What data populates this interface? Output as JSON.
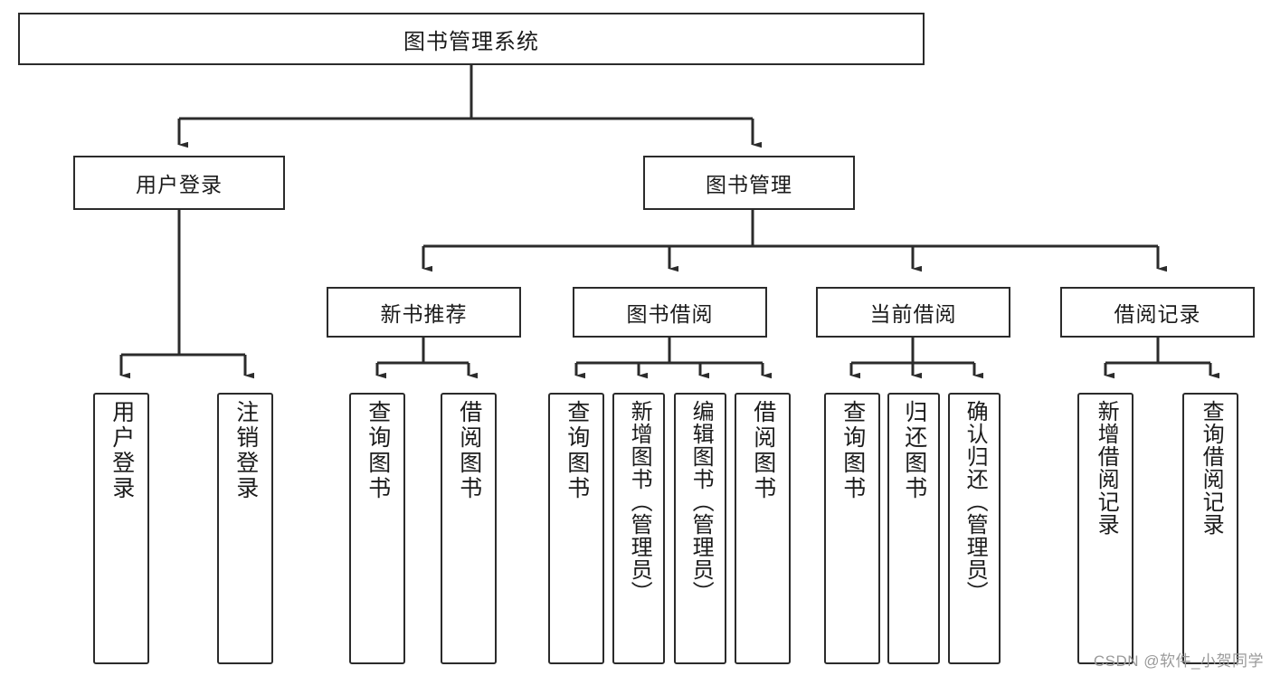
{
  "diagram": {
    "type": "tree-hierarchy",
    "title": "图书管理系统",
    "watermark": "CSDN @软件_小贺同学",
    "colors": {
      "box_border": "#2b2b2b",
      "box_fill": "#ffffff",
      "edge": "#2b2b2b",
      "text": "#1b1b1b",
      "watermark": "#9a9a9a",
      "background": "#ffffff"
    },
    "root": {
      "label": "图书管理系统"
    },
    "level2": [
      {
        "id": "user-login",
        "label": "用户登录"
      },
      {
        "id": "book-manage",
        "label": "图书管理"
      }
    ],
    "level3": [
      {
        "id": "new-book-rec",
        "label": "新书推荐",
        "parent": "book-manage"
      },
      {
        "id": "book-borrow",
        "label": "图书借阅",
        "parent": "book-manage"
      },
      {
        "id": "current-borrow",
        "label": "当前借阅",
        "parent": "book-manage"
      },
      {
        "id": "borrow-record",
        "label": "借阅记录",
        "parent": "book-manage"
      }
    ],
    "leaves": [
      {
        "id": "leaf-user-login",
        "label": "用户登录",
        "parent": "user-login"
      },
      {
        "id": "leaf-logout",
        "label": "注销登录",
        "parent": "user-login"
      },
      {
        "id": "leaf-query-book-1",
        "label": "查询图书",
        "parent": "new-book-rec"
      },
      {
        "id": "leaf-borrow-book-1",
        "label": "借阅图书",
        "parent": "new-book-rec"
      },
      {
        "id": "leaf-query-book-2",
        "label": "查询图书",
        "parent": "book-borrow"
      },
      {
        "id": "leaf-add-book",
        "label": "新增图书（管理员）",
        "parent": "book-borrow"
      },
      {
        "id": "leaf-edit-book",
        "label": "编辑图书（管理员）",
        "parent": "book-borrow"
      },
      {
        "id": "leaf-borrow-book-2",
        "label": "借阅图书",
        "parent": "book-borrow"
      },
      {
        "id": "leaf-query-book-3",
        "label": "查询图书",
        "parent": "current-borrow"
      },
      {
        "id": "leaf-return-book",
        "label": "归还图书",
        "parent": "current-borrow"
      },
      {
        "id": "leaf-confirm-return",
        "label": "确认归还（管理员）",
        "parent": "current-borrow"
      },
      {
        "id": "leaf-add-record",
        "label": "新增借阅记录",
        "parent": "borrow-record"
      },
      {
        "id": "leaf-query-record",
        "label": "查询借阅记录",
        "parent": "borrow-record"
      }
    ]
  }
}
